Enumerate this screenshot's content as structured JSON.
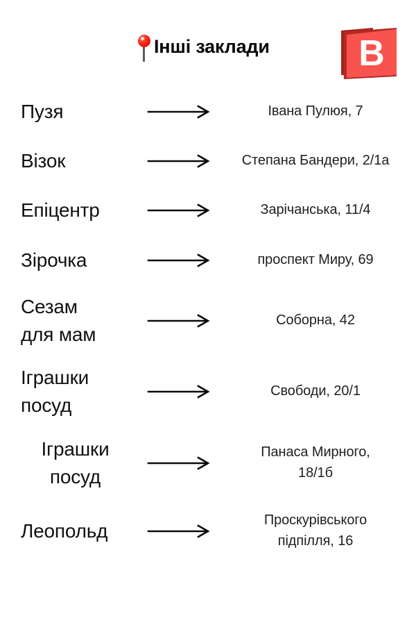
{
  "header": {
    "pin_icon": "map-pin-icon",
    "title": "Інші заклади",
    "logo": {
      "name": "brand-logo-b",
      "letter": "B",
      "front_color": "#f9534f",
      "back_color": "#b52a24"
    }
  },
  "rows": [
    {
      "name_lines": [
        "Пузя"
      ],
      "arrow": "right-arrow-icon",
      "address_lines": [
        "Івана Пулюя, 7"
      ]
    },
    {
      "name_lines": [
        "Візок"
      ],
      "arrow": "right-arrow-icon",
      "address_lines": [
        "Степана Бандери, 2/1а"
      ]
    },
    {
      "name_lines": [
        "Епіцентр"
      ],
      "arrow": "right-arrow-icon",
      "address_lines": [
        "Зарічанська, 11/4"
      ]
    },
    {
      "name_lines": [
        "Зірочка"
      ],
      "arrow": "right-arrow-icon",
      "address_lines": [
        "проспект Миру, 69"
      ]
    },
    {
      "name_lines": [
        "Сезам",
        "для мам"
      ],
      "arrow": "right-arrow-icon",
      "address_lines": [
        "Соборна, 42"
      ]
    },
    {
      "name_lines": [
        "Іграшки",
        "посуд"
      ],
      "arrow": "right-arrow-icon",
      "address_lines": [
        "Свободи, 20/1"
      ]
    },
    {
      "name_lines": [
        "Іграшки",
        "посуд"
      ],
      "arrow": "right-arrow-icon",
      "address_lines": [
        "Панаса Мирного,",
        "18/1б"
      ]
    },
    {
      "name_lines": [
        "Леопольд"
      ],
      "arrow": "right-arrow-icon",
      "address_lines": [
        "Проскурівського",
        "підпілля, 16"
      ]
    }
  ]
}
